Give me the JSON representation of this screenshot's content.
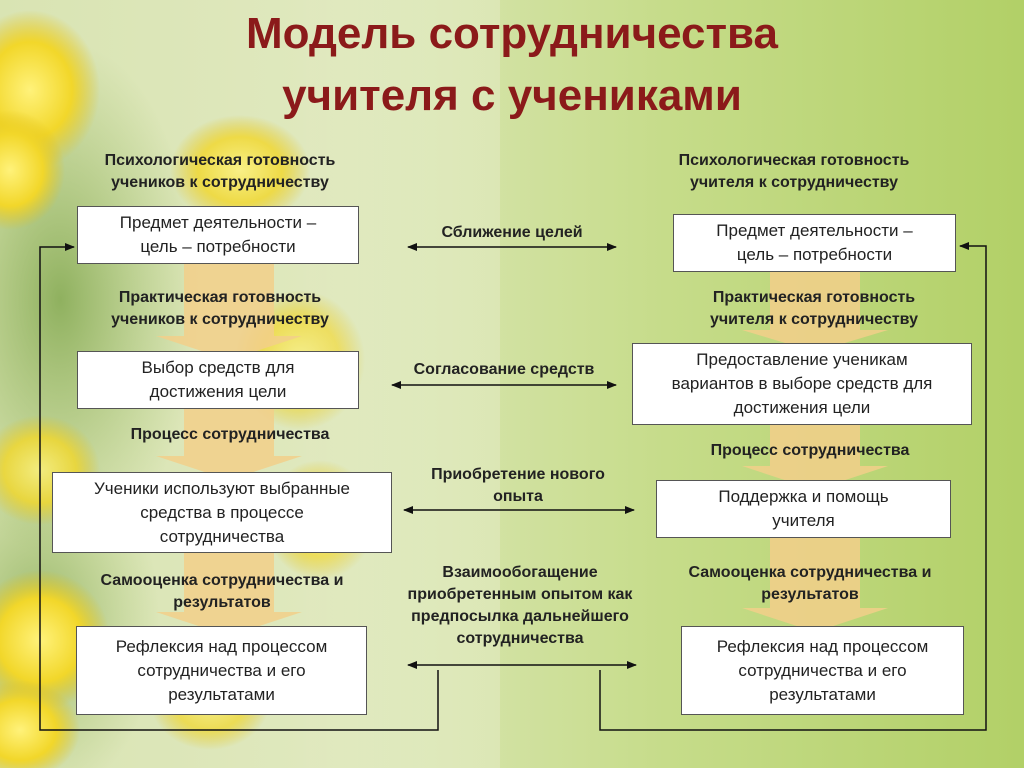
{
  "title": {
    "line1": "Модель сотрудничества",
    "line2": "учителя с учениками"
  },
  "left_column": {
    "header_top": [
      "Психологическая готовность",
      "учеников к сотрудничеству"
    ],
    "box1": [
      "Предмет деятельности –",
      "цель – потребности"
    ],
    "header2": [
      "Практическая готовность",
      "учеников к сотрудничеству"
    ],
    "box2": [
      "Выбор средств для",
      "достижения цели"
    ],
    "header3": "Процесс сотрудничества",
    "box3": [
      "Ученики используют выбранные",
      "средства в процессе",
      "сотрудничества"
    ],
    "header4": [
      "Самооценка сотрудничества и",
      "результатов"
    ],
    "box4": [
      "Рефлексия над процессом",
      "сотрудничества и его",
      "результатами"
    ]
  },
  "right_column": {
    "header_top": [
      "Психологическая готовность",
      "учителя к сотрудничеству"
    ],
    "box1": [
      "Предмет деятельности –",
      "цель – потребности"
    ],
    "header2": [
      "Практическая готовность",
      "учителя к сотрудничеству"
    ],
    "box2": [
      "Предоставление ученикам",
      "вариантов в выборе средств для",
      "достижения цели"
    ],
    "header3": "Процесс сотрудничества",
    "box3": [
      "Поддержка и помощь",
      "учителя"
    ],
    "header4": [
      "Самооценка сотрудничества и",
      "результатов"
    ],
    "box4": [
      "Рефлексия над процессом",
      "сотрудничества и его",
      "результатами"
    ]
  },
  "middle": {
    "label1": "Сближение целей",
    "label2": "Согласование средств",
    "label3": [
      "Приобретение нового",
      "опыта"
    ],
    "label4": [
      "Взаимообогащение",
      "приобретенным опытом как",
      "предпосылка дальнейшего",
      "сотрудничества"
    ]
  },
  "colors": {
    "title": "#8b1a1a",
    "arrow_fill": "#f2cf8a",
    "line": "#111111"
  }
}
